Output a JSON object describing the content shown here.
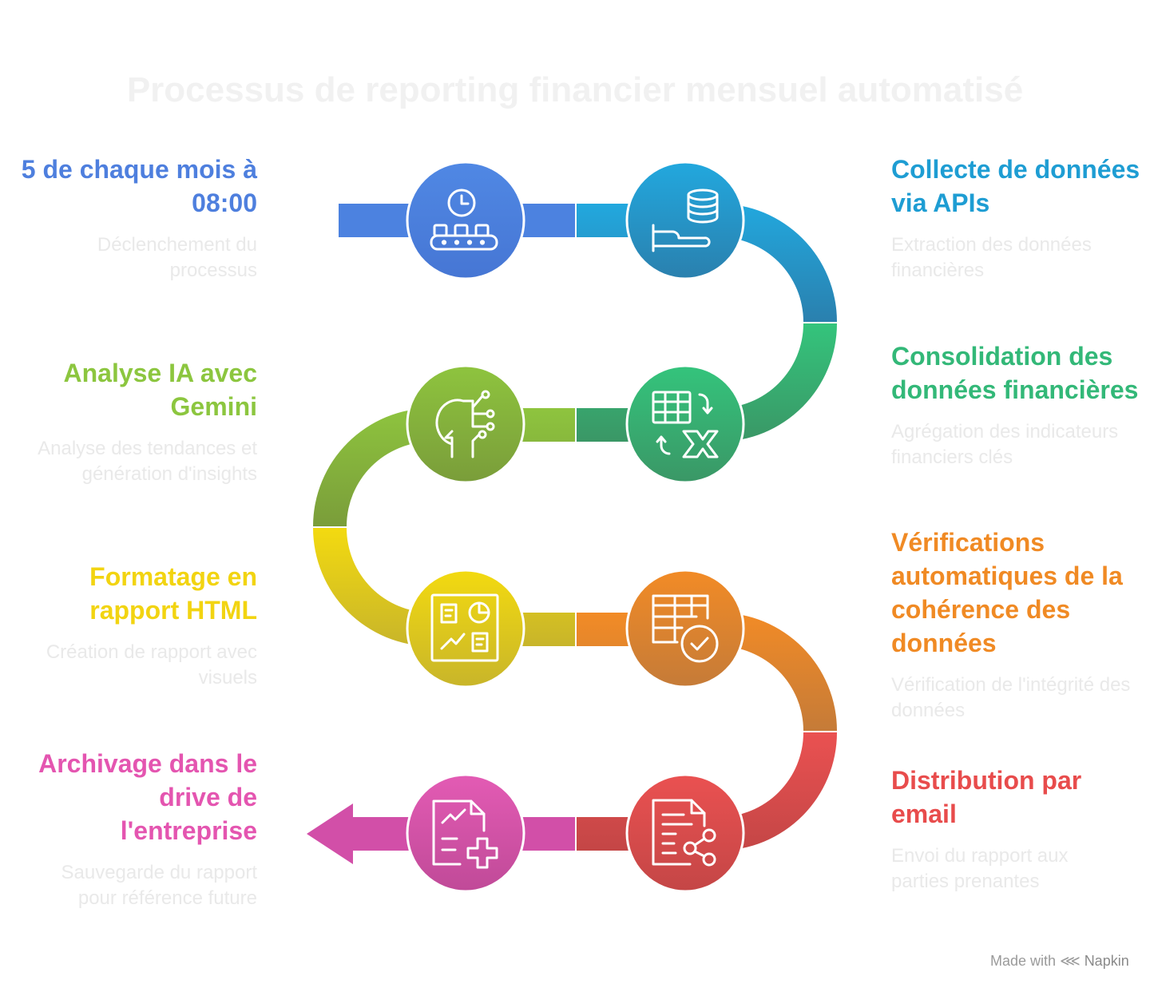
{
  "title": "Processus de reporting financier mensuel automatisé",
  "steps": [
    {
      "title": "5 de chaque mois à 08:00",
      "description": "Déclenchement du processus",
      "color": "#4E7FDE",
      "icon": "conveyor-clock-icon"
    },
    {
      "title": "Collecte de données via APIs",
      "description": "Extraction des données financières",
      "color": "#1E9DD3",
      "icon": "database-hand-icon"
    },
    {
      "title": "Consolidation des données financières",
      "description": "Agrégation des indicateurs financiers clés",
      "color": "#33B878",
      "icon": "spreadsheet-transform-icon"
    },
    {
      "title": "Analyse IA avec Gemini",
      "description": "Analyse des tendances et génération d'insights",
      "color": "#8CC63F",
      "icon": "ai-brain-icon"
    },
    {
      "title": "Formatage en rapport HTML",
      "description": "Création de rapport avec visuels",
      "color": "#F2D411",
      "icon": "dashboard-report-icon"
    },
    {
      "title": "Vérifications automatiques de la cohérence des données",
      "description": "Vérification de l'intégrité des données",
      "color": "#F08A24",
      "icon": "table-check-icon"
    },
    {
      "title": "Distribution par email",
      "description": "Envoi du rapport aux parties prenantes",
      "color": "#E84C4C",
      "icon": "document-share-icon"
    },
    {
      "title": "Archivage dans le drive de l'entreprise",
      "description": "Sauvegarde du rapport pour référence future",
      "color": "#E455B0",
      "icon": "document-add-icon"
    }
  ],
  "footer": {
    "made_with": "Made with",
    "brand": "Napkin"
  }
}
